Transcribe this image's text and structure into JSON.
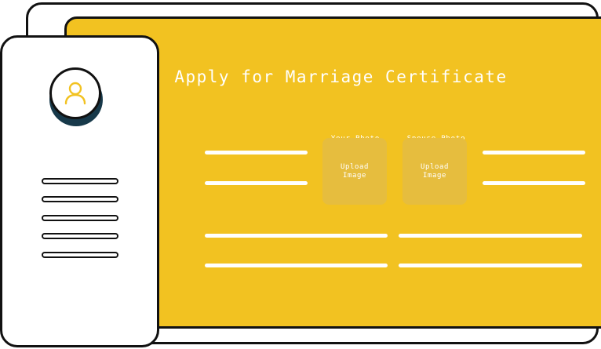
{
  "form": {
    "title": "Apply for Marriage Certificate",
    "your_photo": {
      "label": "Your Photo",
      "upload_text": "Upload\nImage"
    },
    "spouse_photo": {
      "label": "Spouse Photo",
      "upload_text": "Upload\nImage"
    }
  },
  "phone": {
    "profile_icon": "user-icon",
    "menu_item_count_visible": 5
  },
  "colors": {
    "accent": "#F2C221",
    "upload_box": "#E6BD3E",
    "avatar_shadow": "#17394A",
    "outline": "#111111"
  }
}
